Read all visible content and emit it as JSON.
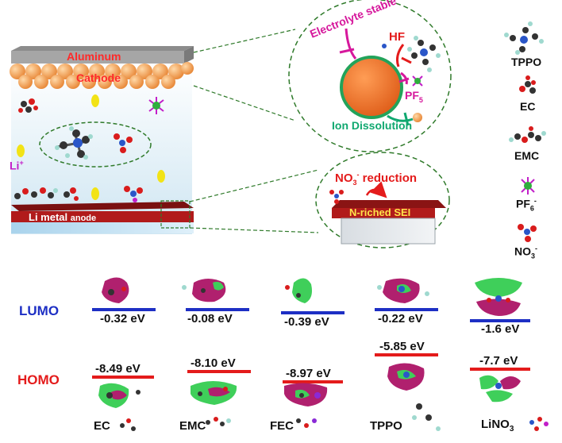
{
  "battery": {
    "aluminum": "Aluminum",
    "cathode": "Cathode",
    "li_ion": "Li",
    "li_ion_sup": "+",
    "li_metal": "Li metal",
    "anode": "anode"
  },
  "cathode_zoom": {
    "electrolyte_stable": "Electrolyte stable",
    "hf": "HF",
    "pf5_base": "PF",
    "pf5_sub": "5",
    "ion_dissolution": "Ion Dissolution"
  },
  "anode_zoom": {
    "no3_base": "NO",
    "no3_sub": "3",
    "no3_sup": "-",
    "reduction": " reduction",
    "sei": "N-riched SEI"
  },
  "legend": {
    "tppo": "TPPO",
    "ec": "EC",
    "emc": "EMC",
    "pf6_base": "PF",
    "pf6_sub": "6",
    "pf6_sup": "-",
    "no3_base": "NO",
    "no3_sub": "3",
    "no3_sup": "-"
  },
  "orbitals": {
    "lumo_label": "LUMO",
    "homo_label": "HOMO",
    "lumo_color": "#1d2fc4",
    "homo_color": "#e41b1b",
    "molecules": [
      {
        "name": "EC",
        "lumo": "-0.32 eV",
        "homo": "-8.49 eV"
      },
      {
        "name": "EMC",
        "lumo": "-0.08 eV",
        "homo": "-8.10 eV"
      },
      {
        "name": "FEC",
        "lumo": "-0.39 eV",
        "homo": "-8.97 eV"
      },
      {
        "name": "TPPO",
        "lumo": "-0.22 eV",
        "homo": "-5.85 eV"
      },
      {
        "name": "LiNO3",
        "name_base": "LiNO",
        "name_sub": "3",
        "lumo": "-1.6 eV",
        "homo": "-7.7 eV"
      }
    ]
  },
  "colors": {
    "electrolyte_stable": "#d6189c",
    "ion_dissolution": "#10a870",
    "hf": "#e41b1b",
    "pf5": "#d6189c",
    "li_ion": "#c21fc9",
    "sphere": "#f07a2a",
    "lobe_pink": "#b0206e",
    "lobe_green": "#3fcf5a"
  }
}
